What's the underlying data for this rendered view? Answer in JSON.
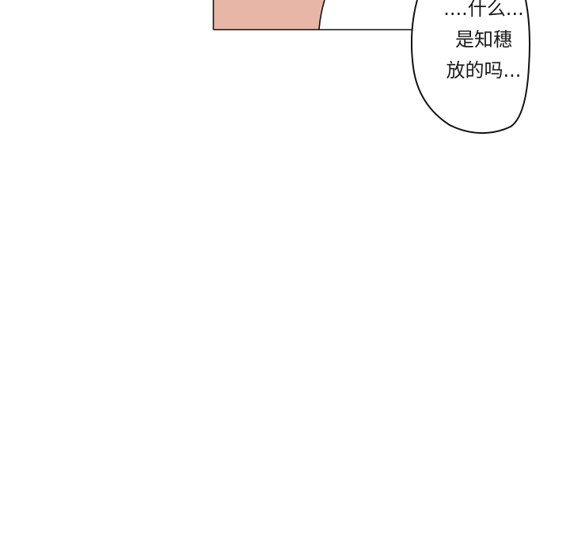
{
  "speech_bubble": {
    "lines": [
      "....什么...",
      "是知穗",
      "放的吗..."
    ]
  },
  "colors": {
    "background": "#ffffff",
    "skin": "#e8b6a6",
    "ink": "#111111"
  }
}
